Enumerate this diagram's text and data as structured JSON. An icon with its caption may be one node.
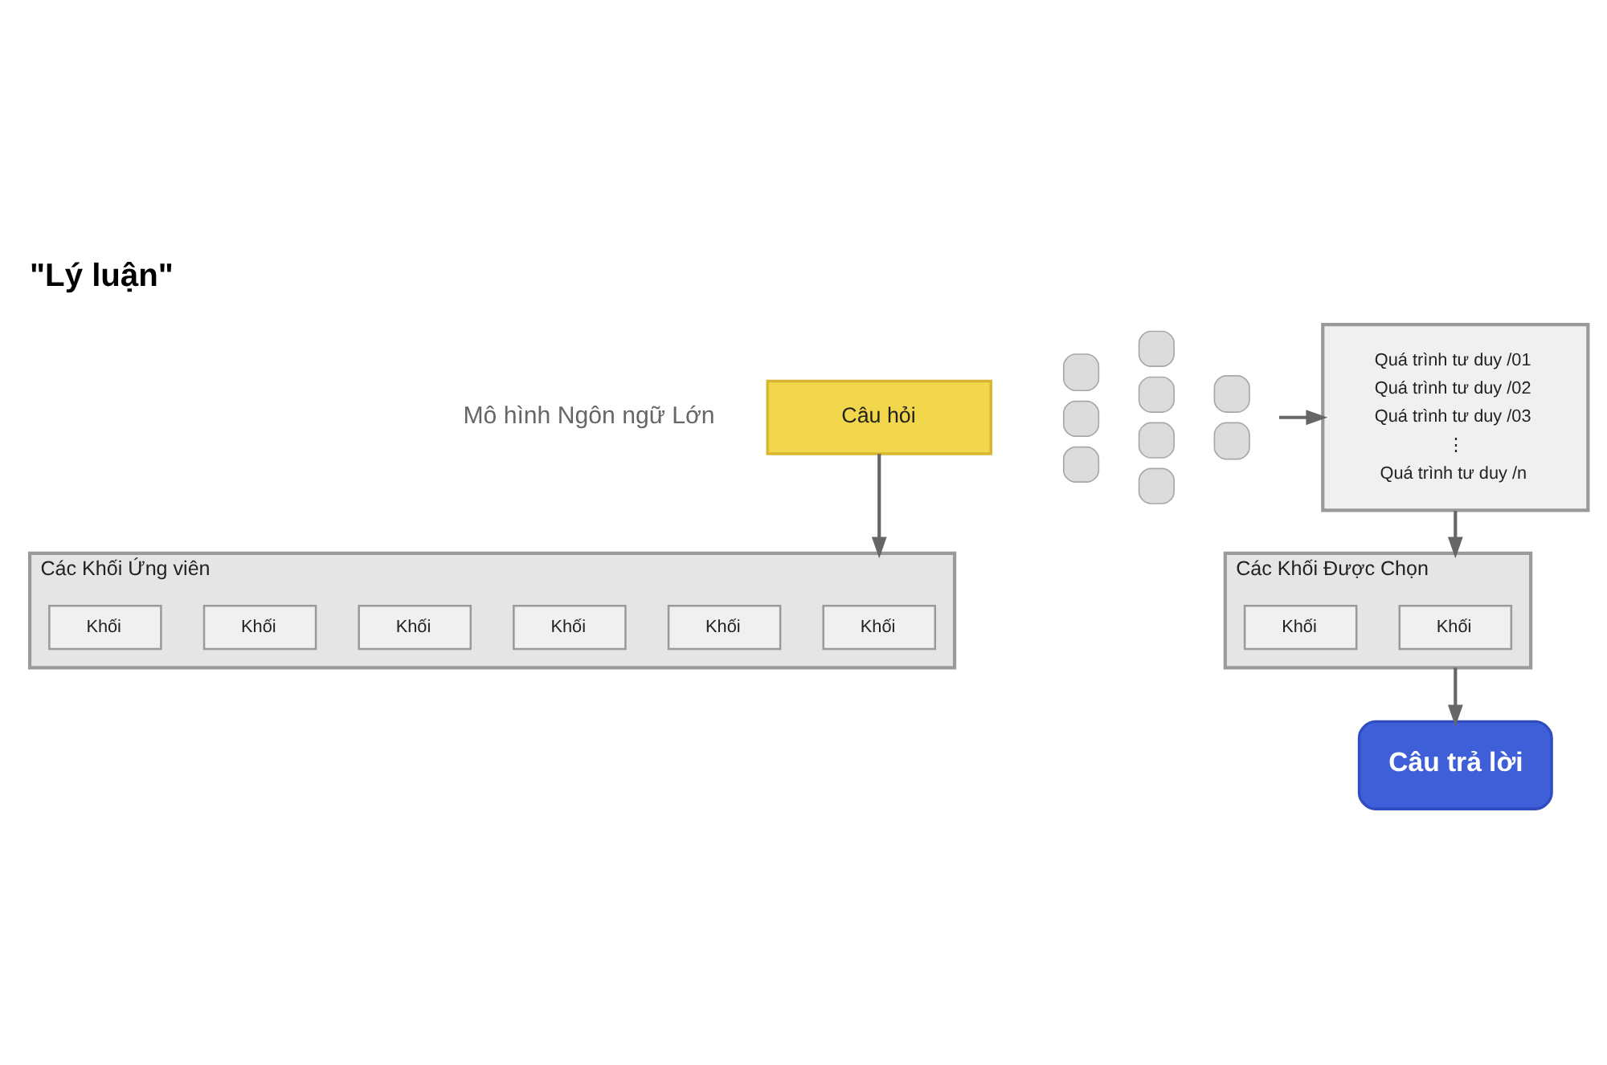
{
  "diagram": {
    "title": "\"Lý luận\"",
    "nodes": [
      {
        "text": [
          "Câu hỏi"
        ]
      },
      {
        "text": [
          "Các Khối Ứng viên"
        ]
      },
      {
        "text": [
          "Khối"
        ],
        "in": 1
      },
      {
        "text": [
          "Khối"
        ],
        "in": 1
      },
      {
        "text": [
          "Khối"
        ],
        "in": 1
      },
      {
        "text": [
          "Khối"
        ],
        "in": 1
      },
      {
        "text": [
          "Khối"
        ],
        "in": 1
      },
      {
        "text": [
          "Khối"
        ],
        "in": 1
      },
      {
        "text": [],
        "shape": "picture"
      },
      {
        "text": [
          "Quá trình tư duy /01",
          "Quá trình tư duy /02",
          "Quá trình tư duy /03",
          "⋮",
          "Quá trình tư duy /n"
        ]
      },
      {
        "text": [
          "Các Khối Được Chọn"
        ]
      },
      {
        "text": [
          "Khối"
        ],
        "in": 10
      },
      {
        "text": [
          "Khối"
        ],
        "in": 10
      },
      {
        "text": [
          "Câu trả lời"
        ]
      }
    ],
    "edges": [
      {
        "from": 0,
        "to": 1,
        "arrow": "to"
      },
      {
        "from": 8,
        "to": 9,
        "arrow": "to"
      },
      {
        "from": 9,
        "to": 10,
        "arrow": "to"
      },
      {
        "from": 10,
        "to": 13,
        "arrow": "to"
      }
    ],
    "labels": [
      "Mô hình Ngôn ngữ Lớn"
    ]
  }
}
